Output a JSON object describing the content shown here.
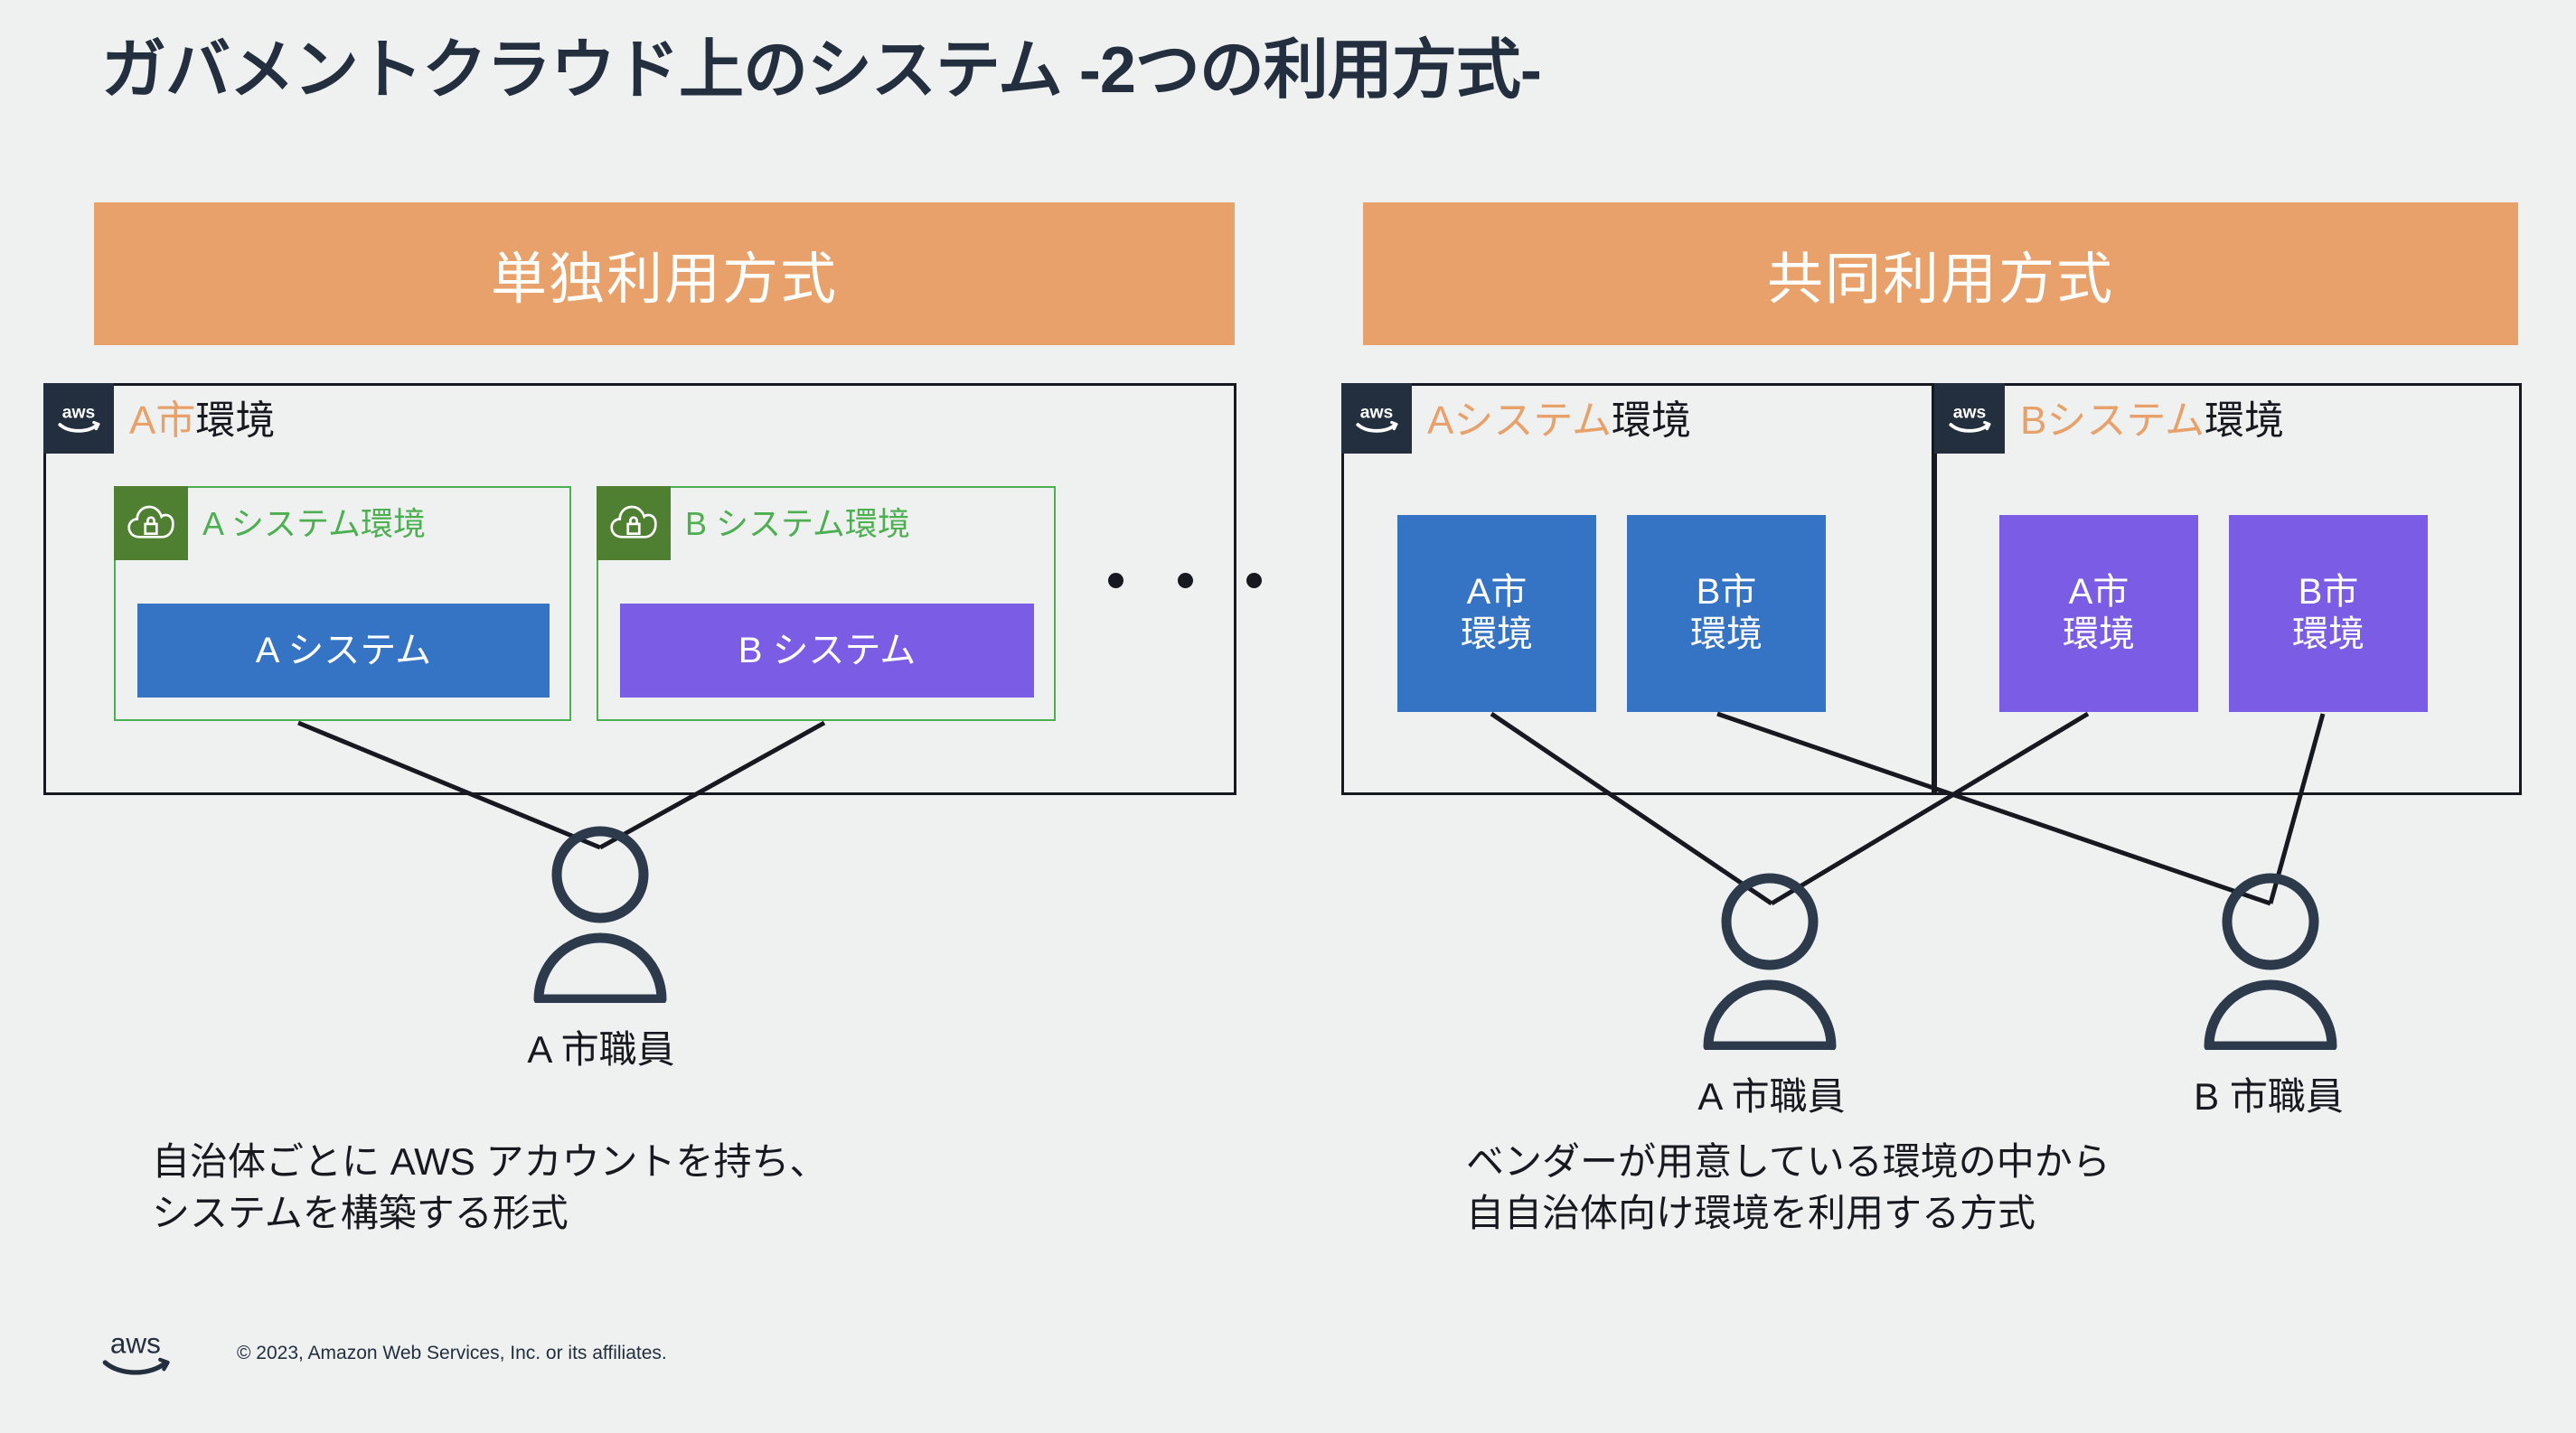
{
  "slide": {
    "title": "ガバメントクラウド上のシステム -2つの利用方式-",
    "background_color": "#eff1f1",
    "title_color": "#232f3e"
  },
  "colors": {
    "banner_orange": "#e8a16a",
    "aws_navy": "#232f3e",
    "vpc_green": "#4caf50",
    "vpc_badge_green": "#4f7f31",
    "system_blue": "#3573c4",
    "system_purple": "#7b5ce5",
    "accent_orange": "#e8a16a",
    "line_black": "#16191f"
  },
  "left_panel": {
    "banner_label": "単独利用方式",
    "account": {
      "title_highlight": "A市",
      "title_rest": "環境",
      "aws_icon": "aws-logo-icon"
    },
    "vpcs": [
      {
        "title": "A システム環境",
        "icon": "cloud-lock-icon",
        "system_label": "A システム",
        "system_color": "#3573c4"
      },
      {
        "title": "B システム環境",
        "icon": "cloud-lock-icon",
        "system_label": "B システム",
        "system_color": "#7b5ce5"
      }
    ],
    "ellipsis": "・・・",
    "person": {
      "icon": "person-icon",
      "label": "A 市職員"
    },
    "caption": "自治体ごとに AWS アカウントを持ち、\nシステムを構築する形式"
  },
  "right_panel": {
    "banner_label": "共同利用方式",
    "accounts": [
      {
        "title_highlight": "Aシステム",
        "title_rest": "環境",
        "aws_icon": "aws-logo-icon",
        "tiles": [
          {
            "label": "A市\n環境",
            "color": "#3573c4"
          },
          {
            "label": "B市\n環境",
            "color": "#3573c4"
          }
        ]
      },
      {
        "title_highlight": "Bシステム",
        "title_rest": "環境",
        "aws_icon": "aws-logo-icon",
        "tiles": [
          {
            "label": "A市\n環境",
            "color": "#7b5ce5"
          },
          {
            "label": "B市\n環境",
            "color": "#7b5ce5"
          }
        ]
      }
    ],
    "persons": [
      {
        "icon": "person-icon",
        "label": "A 市職員"
      },
      {
        "icon": "person-icon",
        "label": "B 市職員"
      }
    ],
    "caption": "ベンダーが用意している環境の中から\n自自治体向け環境を利用する方式"
  },
  "footer": {
    "logo_icon": "aws-logo-icon",
    "copyright": "© 2023, Amazon Web Services, Inc. or its affiliates."
  }
}
